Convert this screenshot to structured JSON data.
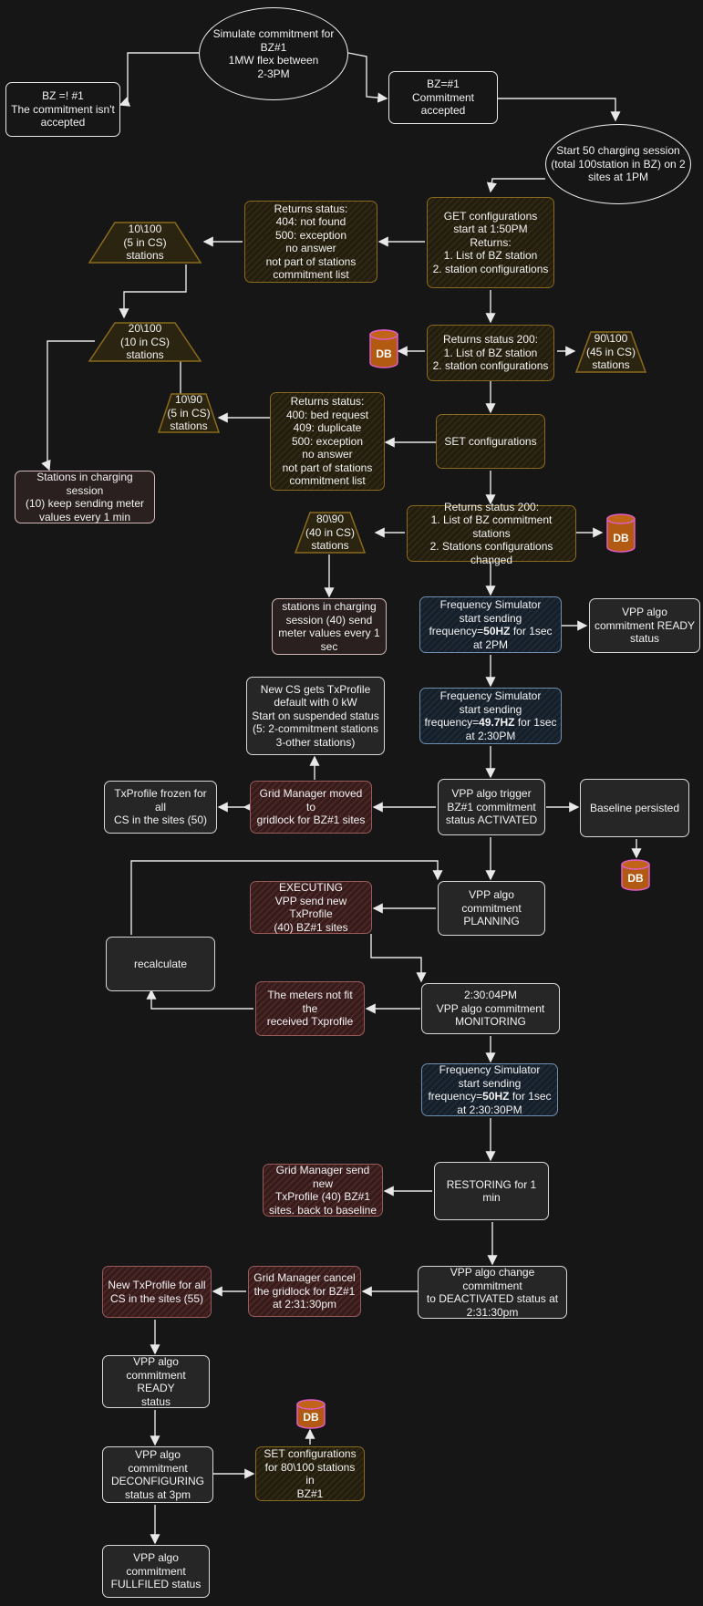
{
  "nodes": {
    "simulate": "Simulate commitment for BZ#1\n1MW flex between\n2-3PM",
    "not_accepted": "BZ =! #1\nThe commitment isn't\naccepted",
    "accepted": "BZ=#1\nCommitment\naccepted",
    "start50": "Start 50 charging session\n(total 100station in BZ)  on 2\nsites at 1PM",
    "get_config": "GET configurations\nstart at 1:50PM\nReturns:\n1. List of BZ station\n2. station configurations",
    "get_errors": "Returns status:\n404: not found\n500: exception\nno answer\nnot part of stations\ncommitment list",
    "t10_100": "10\\100\n(5 in CS)\nstations",
    "t20_100": "20\\100\n(10 in CS)\nstations",
    "ret200_get": "Returns status 200:\n1. List of BZ station\n2. station configurations",
    "t90_100": "90\\100\n(45 in CS)\nstations",
    "t10_90": "10\\90\n(5 in CS)\nstations",
    "set_errors": "Returns status:\n400: bed request\n409: duplicate\n500: exception\nno answer\nnot part of stations\ncommitment list",
    "set_config": "SET configurations",
    "stations_10": "Stations in charging session\n(10) keep sending meter\nvalues every 1 min",
    "t80_90": "80\\90\n(40 in CS)\nstations",
    "ret200_set": "Returns status 200:\n1. List of BZ commitment stations\n2. Stations configurations\nchanged",
    "stations_40": "stations in charging\nsession (40) send\nmeter values every 1\nsec",
    "freq1_pre": "Frequency Simulator\nstart sending\nfrequency=",
    "freq1_bold": "50HZ",
    "freq1_post": " for 1sec\nat 2PM",
    "vpp_ready1": "VPP algo\ncommitment READY\nstatus",
    "new_cs": "New CS gets TxProfile\ndefault with 0 kW\nStart on suspended status\n(5: 2-commitment stations\n3-other stations)",
    "freq2_pre": "Frequency Simulator\nstart sending\nfrequency=",
    "freq2_bold": "49.7HZ",
    "freq2_post": " for 1sec\nat 2:30PM",
    "txprofile_frozen": "TxProfile frozen for all\nCS in the sites (50)",
    "grid_gridlock": "Grid Manager moved to\ngridlock for BZ#1 sites",
    "vpp_trigger": "VPP algo trigger\nBZ#1 commitment\nstatus ACTIVATED",
    "baseline": "Baseline persisted",
    "executing": "EXECUTING\nVPP send new TxProfile\n(40) BZ#1 sites",
    "vpp_planning": "VPP algo\ncommitment\nPLANNING",
    "recalculate": "recalculate",
    "meters_not_fit": "The meters not fit the\nreceived Txprofile",
    "monitoring": "2:30:04PM\nVPP algo commitment\nMONITORING",
    "freq3_pre": "Frequency Simulator\nstart sending\nfrequency=",
    "freq3_bold": "50HZ",
    "freq3_post": " for 1sec\nat 2:30:30PM",
    "grid_send": "Grid Manager send new\nTxProfile (40) BZ#1\nsites. back to baseline",
    "restoring": "RESTORING for 1 min",
    "new_txprofile": "New TxProfile for all\nCS in the sites (55)",
    "grid_cancel": "Grid Manager cancel\nthe gridlock for BZ#1\nat 2:31:30pm",
    "deactivated": "VPP algo change commitment\nto DEACTIVATED status at\n2:31:30pm",
    "vpp_ready2": "VPP algo\ncommitment READY\nstatus",
    "deconfiguring": "VPP algo commitment\nDECONFIGURING\nstatus at 3pm",
    "set_80": "SET configurations\nfor 80\\100 stations in\nBZ#1",
    "fullfiled": "VPP algo\ncommitment\nFULLFILED status"
  },
  "db_label": "DB",
  "colors": {
    "background": "#161616",
    "orange_border": "#8a6a1c",
    "blue_border": "#6d8fb0",
    "red_border": "#9a5a5a",
    "db_fill": "#b25a12",
    "db_border": "#e05cc8"
  }
}
